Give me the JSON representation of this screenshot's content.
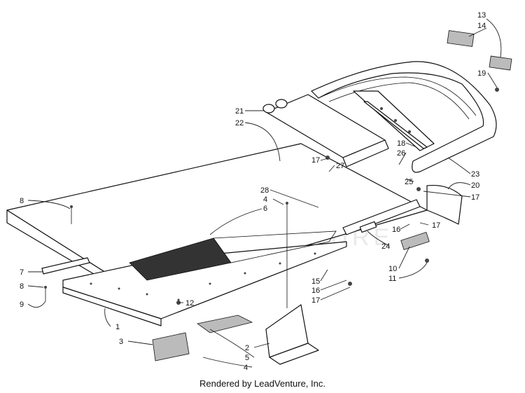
{
  "caption": "Rendered by LeadVenture, Inc.",
  "watermark": "LEADVENTURE",
  "callouts": [
    "1",
    "2",
    "3",
    "4",
    "4",
    "5",
    "6",
    "7",
    "8",
    "8",
    "9",
    "10",
    "11",
    "12",
    "13",
    "14",
    "15",
    "16",
    "16",
    "17",
    "17",
    "17",
    "17",
    "18",
    "19",
    "20",
    "21",
    "22",
    "23",
    "24",
    "25",
    "26",
    "27",
    "28"
  ]
}
